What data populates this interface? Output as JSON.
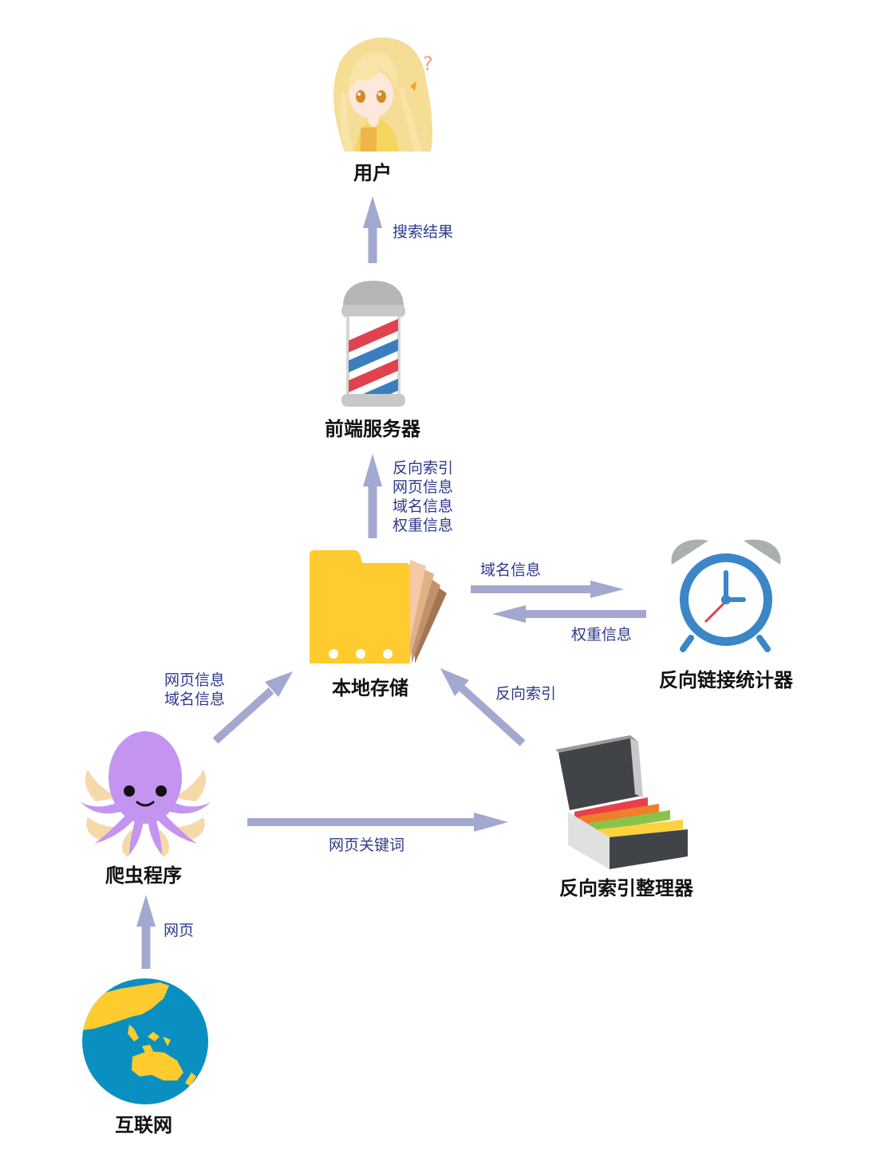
{
  "colors": {
    "arrow": "#a3a8d0",
    "edge_text": "#2e3a8c",
    "node_text": "#111111"
  },
  "nodes": {
    "user": {
      "label": "用户",
      "icon": "anime-girl-avatar-icon"
    },
    "frontend": {
      "label": "前端服务器",
      "icon": "barber-pole-icon"
    },
    "storage": {
      "label": "本地存储",
      "icon": "folder-icon"
    },
    "backlink": {
      "label": "反向链接统计器",
      "icon": "alarm-clock-icon"
    },
    "crawler": {
      "label": "爬虫程序",
      "icon": "octopus-icon"
    },
    "indexer": {
      "label": "反向索引整理器",
      "icon": "card-index-box-icon"
    },
    "internet": {
      "label": "互联网",
      "icon": "globe-icon"
    }
  },
  "edges": {
    "frontend_to_user": {
      "lines": [
        "搜索结果"
      ]
    },
    "storage_to_frontend": {
      "lines": [
        "反向索引",
        "网页信息",
        "域名信息",
        "权重信息"
      ]
    },
    "storage_to_backlink": {
      "lines": [
        "域名信息"
      ]
    },
    "backlink_to_storage": {
      "lines": [
        "权重信息"
      ]
    },
    "crawler_to_storage": {
      "lines": [
        "网页信息",
        "域名信息"
      ]
    },
    "indexer_to_storage": {
      "lines": [
        "反向索引"
      ]
    },
    "crawler_to_indexer": {
      "lines": [
        "网页关键词"
      ]
    },
    "internet_to_crawler": {
      "lines": [
        "网页"
      ]
    }
  }
}
